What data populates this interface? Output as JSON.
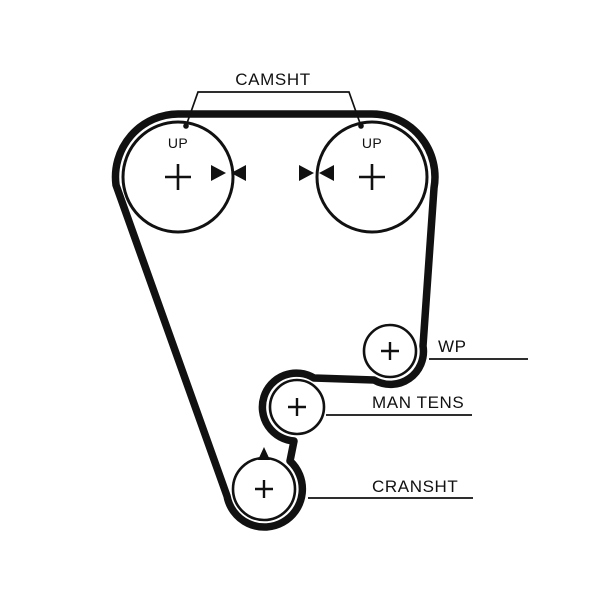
{
  "diagram": {
    "title": "CAMSHT",
    "colors": {
      "line": "#111111",
      "background": "#ffffff"
    },
    "pulleys": {
      "cam_left": {
        "label": "UP"
      },
      "cam_right": {
        "label": "UP"
      },
      "water_pump": {
        "label": "WP"
      },
      "tensioner": {
        "label": "MAN TENS"
      },
      "crankshaft": {
        "label": "CRANSHT"
      }
    },
    "icons": {
      "plus_mark": "+",
      "timing_arrow_right": "▶",
      "timing_arrow_left": "◀",
      "crank_timing_arrow": "▲"
    }
  }
}
